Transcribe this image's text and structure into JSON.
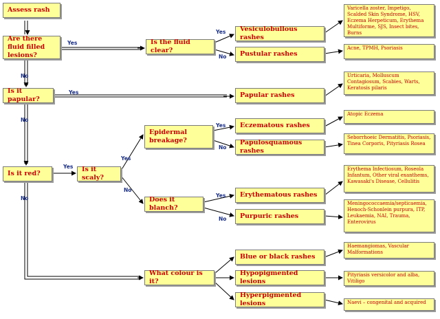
{
  "nodes": {
    "assess_rash": "Assess rash",
    "fluid_filled": "Are there fluid filled lesions?",
    "fluid_clear": "Is the fluid clear?",
    "vesiculobullous": "Vesiculobullous rashes",
    "pustular": "Pustular rashes",
    "papular_q": "Is it papular?",
    "papular_rashes": "Papular rashes",
    "epidermal_breakage": "Epidermal breakage?",
    "eczematous": "Eczematous rashes",
    "papulosquamous": "Papulosquamous rashes",
    "red_q": "Is it red?",
    "scaly_q": "Is it scaly?",
    "blanch_q": "Does it blanch?",
    "erythematous": "Erythematous rashes",
    "purpuric": "Purpuric rashes",
    "colour_q": "What colour is it?",
    "blue_black": "Blue or black rashes",
    "hypopigmented": "Hypopigmented lesions",
    "hyperpigmented": "Hyperpigmented lesions"
  },
  "leaves": {
    "vesiculobullous": "Varicella zoster, Impetigo, Scalded Skin Syndrome, HSV, Eczema Herpeticum, Erythema Multiforme, SJS, Insect bites, Burns",
    "pustular": "Acne, TPMH, Psoriasis",
    "papular": "Urticaria, Molluscum Contagiosum, Scabies, Warts, Keratosis pilaris",
    "eczematous": "Atopic Eczema",
    "papulosquamous": "Seborrhoeic Dermatitis, Psoriasis, Tinea Corporis, Pityriasis Rosea",
    "erythematous": "Erythema Infectiosum, Roseola Infantum, Other viral exanthems, Kawasaki's Disease, Cellulitis",
    "purpuric": "Meningococcaemia/septicaemia, Henoch-Schonlein purpura, ITP, Leukaemia, NAI, Trauma, Enterovirus",
    "blue_black": "Haemangiomas, Vascular Malformations",
    "hypopigmented": "Pityriasis versicolor and alba, Vitiligo",
    "hyperpigmented": "Naevi – congenital and acquired"
  },
  "labels": {
    "yes": "Yes",
    "no": "No"
  }
}
